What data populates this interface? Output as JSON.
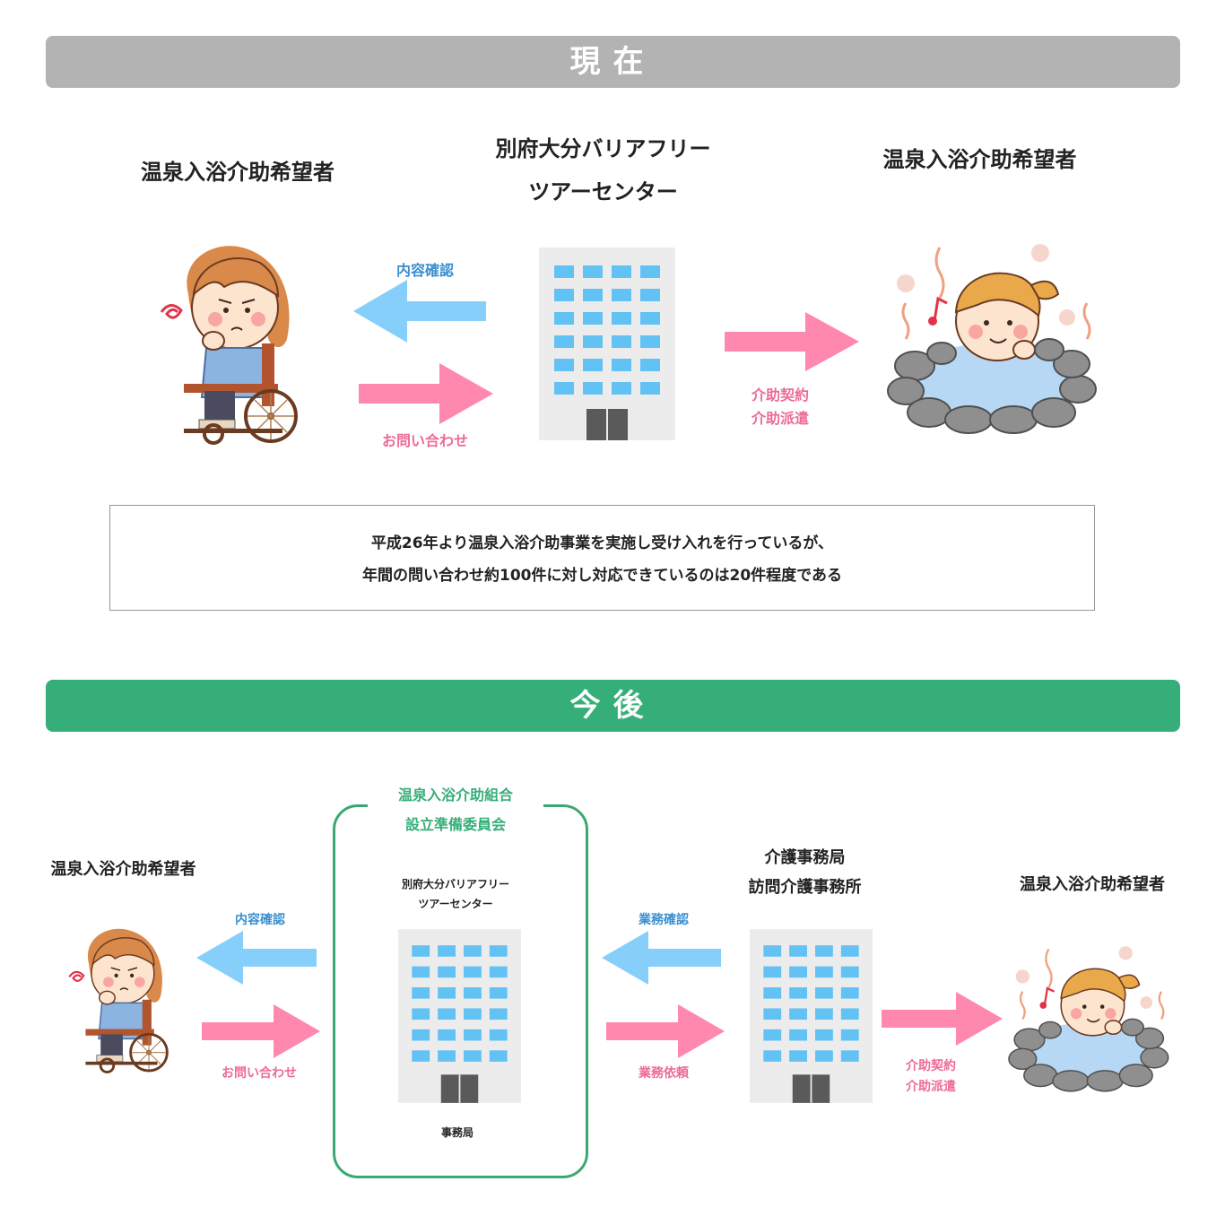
{
  "colors": {
    "band_now": "#b3b3b3",
    "band_future": "#36ae79",
    "blue_text": "#3a8fd0",
    "pink_text": "#ee6a95",
    "blue_arrow": "#85cffa",
    "pink_arrow": "#ff88ae",
    "green_frame": "#3aa872",
    "building": "#ececec",
    "window": "#63c2f4",
    "door": "#5a5a5a"
  },
  "current": {
    "band_label": "現在",
    "left_person_label": "温泉入浴介助希望者",
    "center_org_line1": "別府大分バリアフリー",
    "center_org_line2": "ツアーセンター",
    "right_person_label": "温泉入浴介助希望者",
    "arrow_left_label": "内容確認",
    "arrow_inquiry_label": "お問い合わせ",
    "arrow_contract_line1": "介助契約",
    "arrow_contract_line2": "介助派遣",
    "note_line1": "平成26年より温泉入浴介助事業を実施し受け入れを行っているが、",
    "note_line2": "年間の問い合わせ約100件に対し対応できているのは20件程度である",
    "icons": [
      "wheelchair-person-icon",
      "building-icon",
      "onsen-person-icon"
    ]
  },
  "future": {
    "band_label": "今後",
    "left_person_label": "温泉入浴介助希望者",
    "union_title_line1": "温泉入浴介助組合",
    "union_title_line2": "設立準備委員会",
    "center_org_line1": "別府大分バリアフリー",
    "center_org_line2": "ツアーセンター",
    "secretariat_label": "事務局",
    "arrow_left_label": "内容確認",
    "arrow_inquiry_label": "お問い合わせ",
    "arrow_business_confirm_label": "業務確認",
    "arrow_business_request_label": "業務依頼",
    "care_office_line1": "介護事務局",
    "care_office_line2": "訪問介護事務所",
    "arrow_contract_line1": "介助契約",
    "arrow_contract_line2": "介助派遣",
    "right_person_label": "温泉入浴介助希望者",
    "icons": [
      "wheelchair-person-icon",
      "building-icon",
      "building-icon",
      "onsen-person-icon"
    ]
  }
}
